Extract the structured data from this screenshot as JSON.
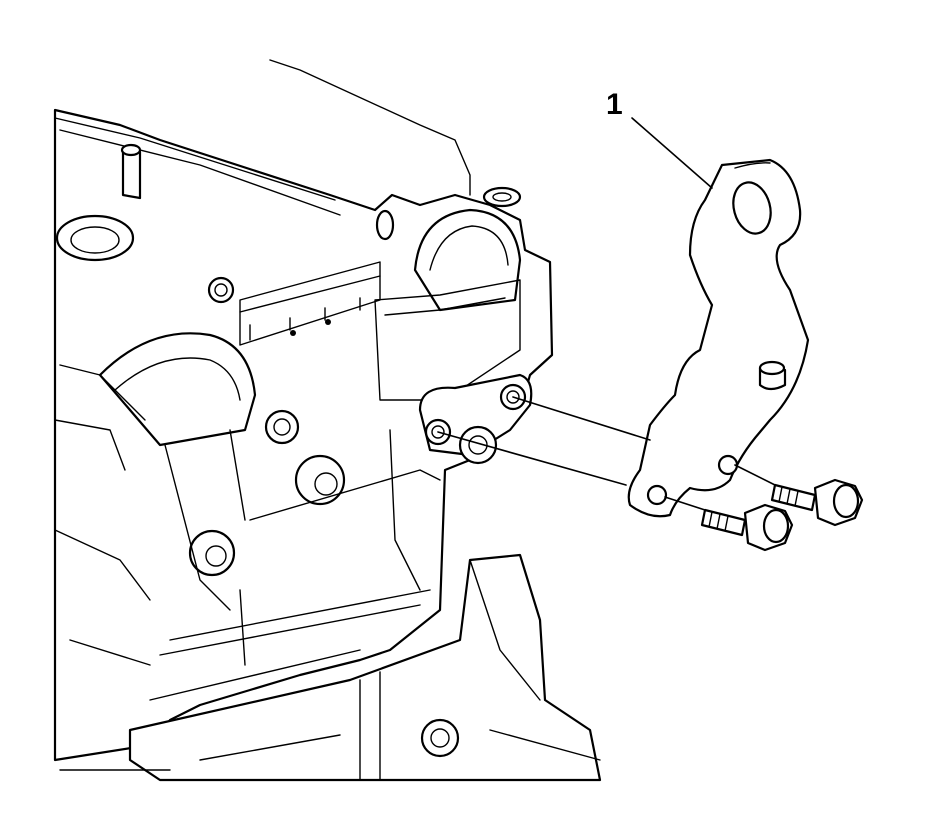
{
  "diagram": {
    "callout": "1",
    "colors": {
      "line": "#000000",
      "background": "#ffffff"
    },
    "parts": [
      "engine-cylinder-head",
      "lift-bracket",
      "bracket-bolt-upper",
      "bracket-bolt-lower"
    ]
  }
}
